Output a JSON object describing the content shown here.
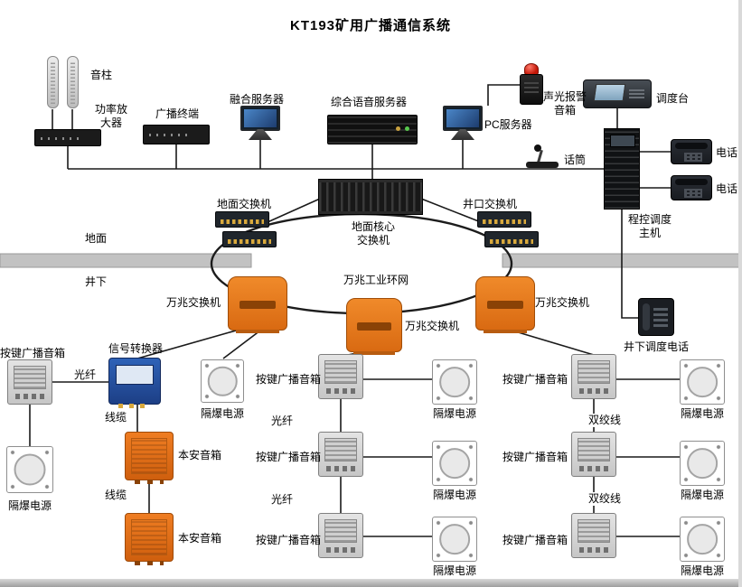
{
  "labels": {
    "title": "KT193矿用广播通信系统",
    "sound_column": "音柱",
    "power_amp": "功率放\n大器",
    "broadcast_terminal": "广播终端",
    "fusion_server": "融合服务器",
    "voice_server": "综合语音服务器",
    "pc_server": "PC服务器",
    "alarm_speaker": "声光报警\n音箱",
    "dispatch_console": "调度台",
    "microphone": "话筒",
    "telephone": "电话",
    "dispatch_host": "程控调度\n主机",
    "surface_switch": "地面交换机",
    "core_switch": "地面核心\n交换机",
    "wellhead_switch": "井口交换机",
    "surface": "地面",
    "underground": "井下",
    "ring": "万兆工业环网",
    "gig_switch": "万兆交换机",
    "underground_phone": "井下调度电话",
    "button_speaker": "按键广播音箱",
    "signal_converter": "信号转换器",
    "fiber": "光纤",
    "cable": "线缆",
    "twisted_pair": "双绞线",
    "flameproof_psu": "隔爆电源",
    "intrinsic_speaker": "本安音箱"
  },
  "colors": {
    "mine_switch_orange": "#e8761f",
    "converter_blue": "#2a5cb0",
    "alarm_red": "#cc1e0e",
    "surface_bar_gray": "#c2c2c2",
    "line_black": "#1a1a1a"
  }
}
